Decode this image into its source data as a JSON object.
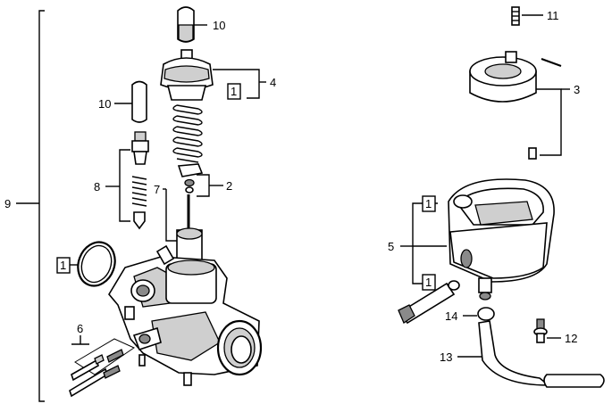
{
  "callouts": {
    "c1a": "1",
    "c1b": "1",
    "c1c": "1",
    "c1d": "1",
    "c2": "2",
    "c3": "3",
    "c4": "4",
    "c5": "5",
    "c6": "6",
    "c7": "7",
    "c8": "8",
    "c9": "9",
    "c10a": "10",
    "c10b": "10",
    "c11": "11",
    "c12": "12",
    "c13": "13",
    "c14": "14"
  }
}
